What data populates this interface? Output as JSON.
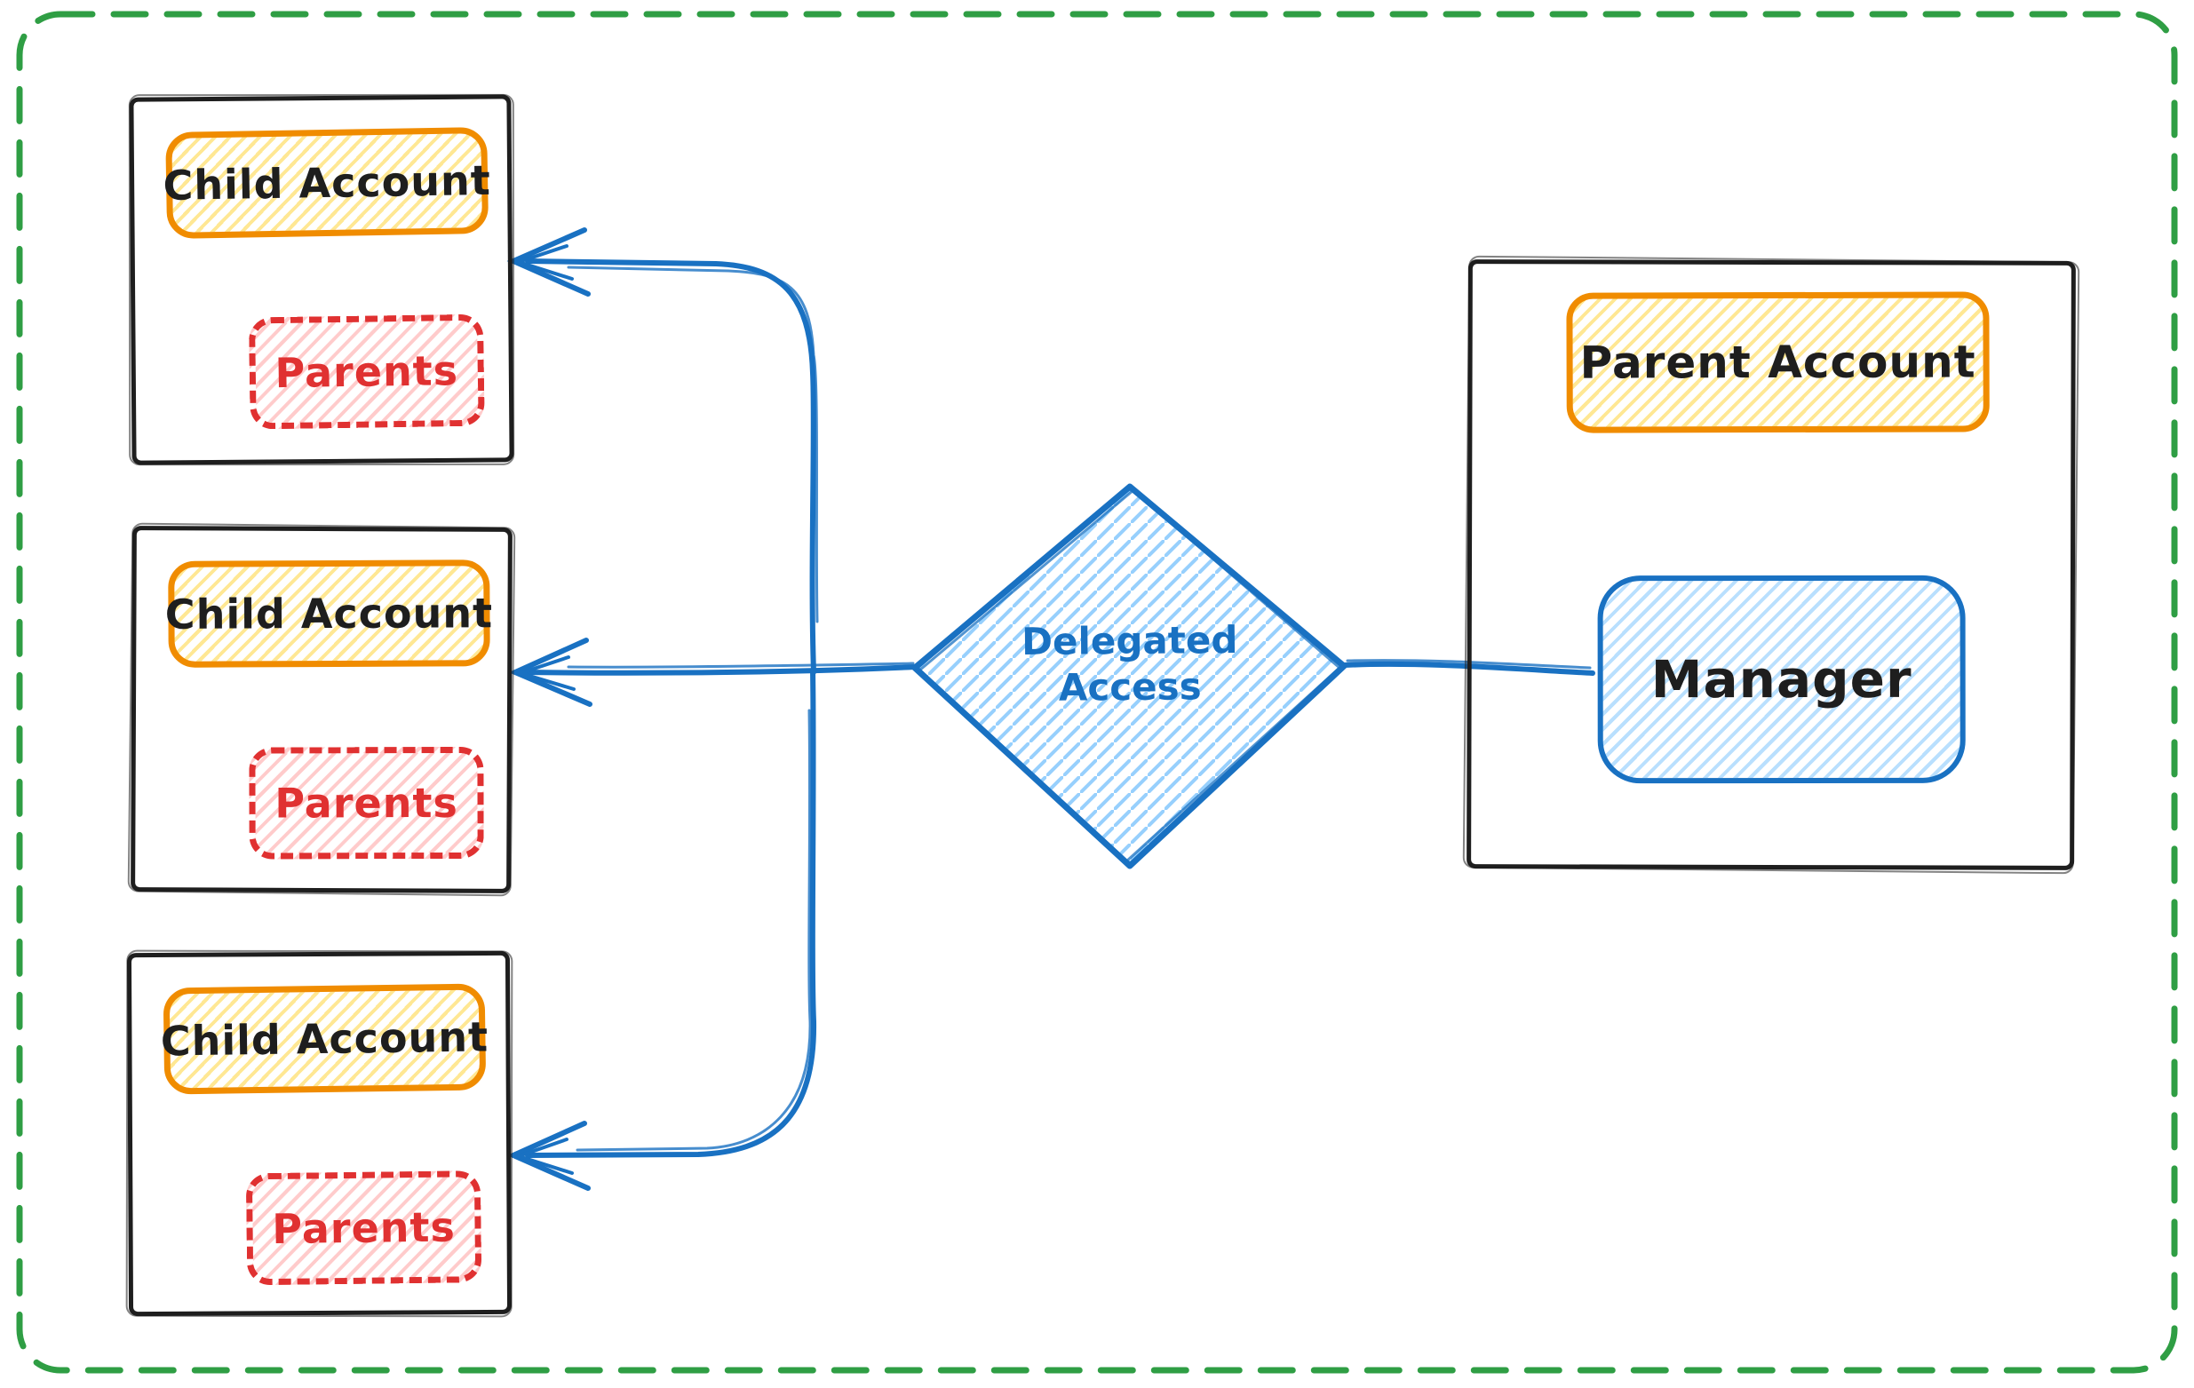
{
  "canvas": {
    "background": "#ffffff",
    "frame_color": "#2f9e44"
  },
  "children": [
    {
      "account_label": "Child Account",
      "parents_label": "Parents"
    },
    {
      "account_label": "Child Account",
      "parents_label": "Parents"
    },
    {
      "account_label": "Child Account",
      "parents_label": "Parents"
    }
  ],
  "parent": {
    "account_label": "Parent Account",
    "manager_label": "Manager"
  },
  "diamond": {
    "label": "Delegated Access",
    "line1": "Delegated",
    "line2": "Access"
  },
  "connections": [
    {
      "from": "Manager",
      "to": "Delegated Access",
      "arrow": false
    },
    {
      "from": "Delegated Access",
      "to": "Child Account (top)",
      "arrow": true
    },
    {
      "from": "Delegated Access",
      "to": "Child Account (middle)",
      "arrow": true
    },
    {
      "from": "Delegated Access",
      "to": "Child Account (bottom)",
      "arrow": true
    }
  ],
  "colors": {
    "black_stroke": "#1e1e1e",
    "orange_stroke": "#f08c00",
    "yellow_hatch": "#ffd43b",
    "red_stroke": "#e03131",
    "pink_hatch": "#ffa8a8",
    "blue_stroke": "#1971c2",
    "light_blue_hatch": "#74c0fc",
    "green_frame": "#2f9e44"
  }
}
